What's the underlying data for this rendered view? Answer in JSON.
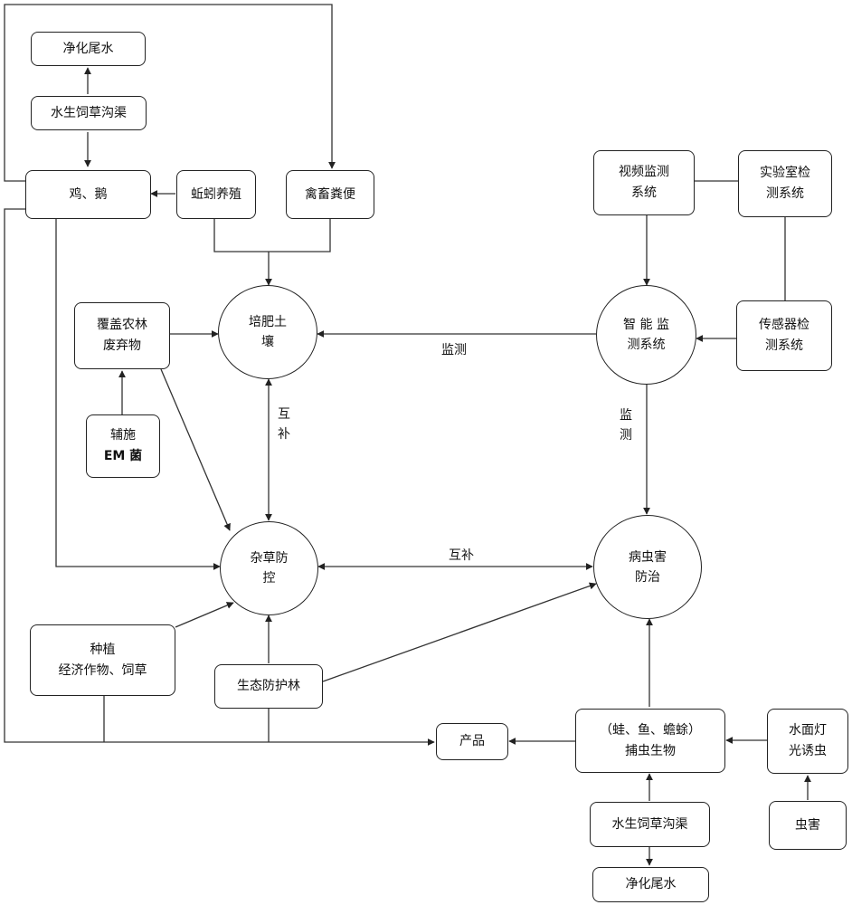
{
  "nodes": {
    "purified_water_top": "净化尾水",
    "aquatic_channel_top": "水生饲草沟渠",
    "chicken_goose": "鸡、鹅",
    "earthworm": "蚯蚓养殖",
    "manure": "禽畜粪便",
    "cover_waste": "覆盖农林\n废弃物",
    "em_aux": "辅施",
    "em_bacteria": "EM 菌",
    "fertile_soil": "培肥土\n壤",
    "weed_control": "杂草防\n控",
    "planting_title": "种植",
    "planting_sub": "经济作物、饲草",
    "eco_forest": "生态防护林",
    "video_monitor": "视频监测\n系统",
    "lab_detect": "实验室检\n测系统",
    "smart_monitor": "智 能 监\n测系统",
    "sensor_detect": "传感器检\n测系统",
    "pest_control": "病虫害\n防治",
    "product": "产品",
    "predators": "（蛙、鱼、蟾蜍）\n捕虫生物",
    "water_light": "水面灯\n光诱虫",
    "aquatic_channel_bottom": "水生饲草沟渠",
    "purified_water_bottom": "净化尾水",
    "pests": "虫害"
  },
  "edge_labels": {
    "monitor_horizontal": "监测",
    "complement_vertical": "互\n补",
    "monitor_vertical": "监\n测",
    "complement_horizontal": "互补"
  }
}
